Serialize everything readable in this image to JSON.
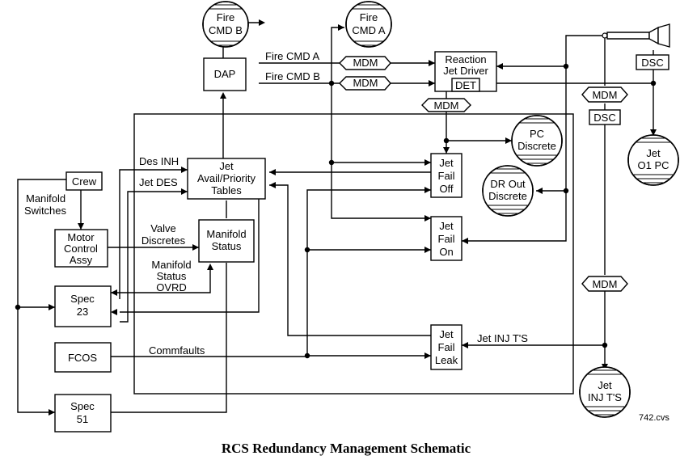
{
  "caption": "RCS Redundancy Management Schematic",
  "file_id": "742.cvs",
  "nodes": {
    "fire_b": [
      "Fire",
      "CMD B"
    ],
    "fire_a": [
      "Fire",
      "CMD A"
    ],
    "dap": "DAP",
    "rjd": [
      "Reaction",
      "Jet Driver"
    ],
    "det": "DET",
    "mdm": "MDM",
    "dsc": "DSC",
    "crew": "Crew",
    "jet_tables": [
      "Jet",
      "Avail/Priority",
      "Tables"
    ],
    "manifold_status": [
      "Manifold",
      "Status"
    ],
    "motor_control": [
      "Motor",
      "Control",
      "Assy"
    ],
    "spec23": [
      "Spec",
      "23"
    ],
    "spec51": [
      "Spec",
      "51"
    ],
    "fcos": "FCOS",
    "jet_fail_off": [
      "Jet",
      "Fail",
      "Off"
    ],
    "jet_fail_on": [
      "Jet",
      "Fail",
      "On"
    ],
    "jet_fail_leak": [
      "Jet",
      "Fail",
      "Leak"
    ],
    "pc_discrete": [
      "PC",
      "Discrete"
    ],
    "dr_out": [
      "DR Out",
      "Discrete"
    ],
    "jet_o1pc": [
      "Jet",
      "O1 PC"
    ],
    "jet_inj": [
      "Jet",
      "INJ T'S"
    ]
  },
  "labels": {
    "fire_cmd_a": "Fire CMD A",
    "fire_cmd_b": "Fire CMD B",
    "des_inh": "Des INH",
    "jet_des": "Jet DES",
    "manifold_switches": [
      "Manifold",
      "Switches"
    ],
    "valve_discretes": [
      "Valve",
      "Discretes"
    ],
    "manifold_status_ovrd": [
      "Manifold",
      "Status",
      "OVRD"
    ],
    "commfaults": "Commfaults",
    "jet_inj_ts": "Jet INJ T'S"
  }
}
